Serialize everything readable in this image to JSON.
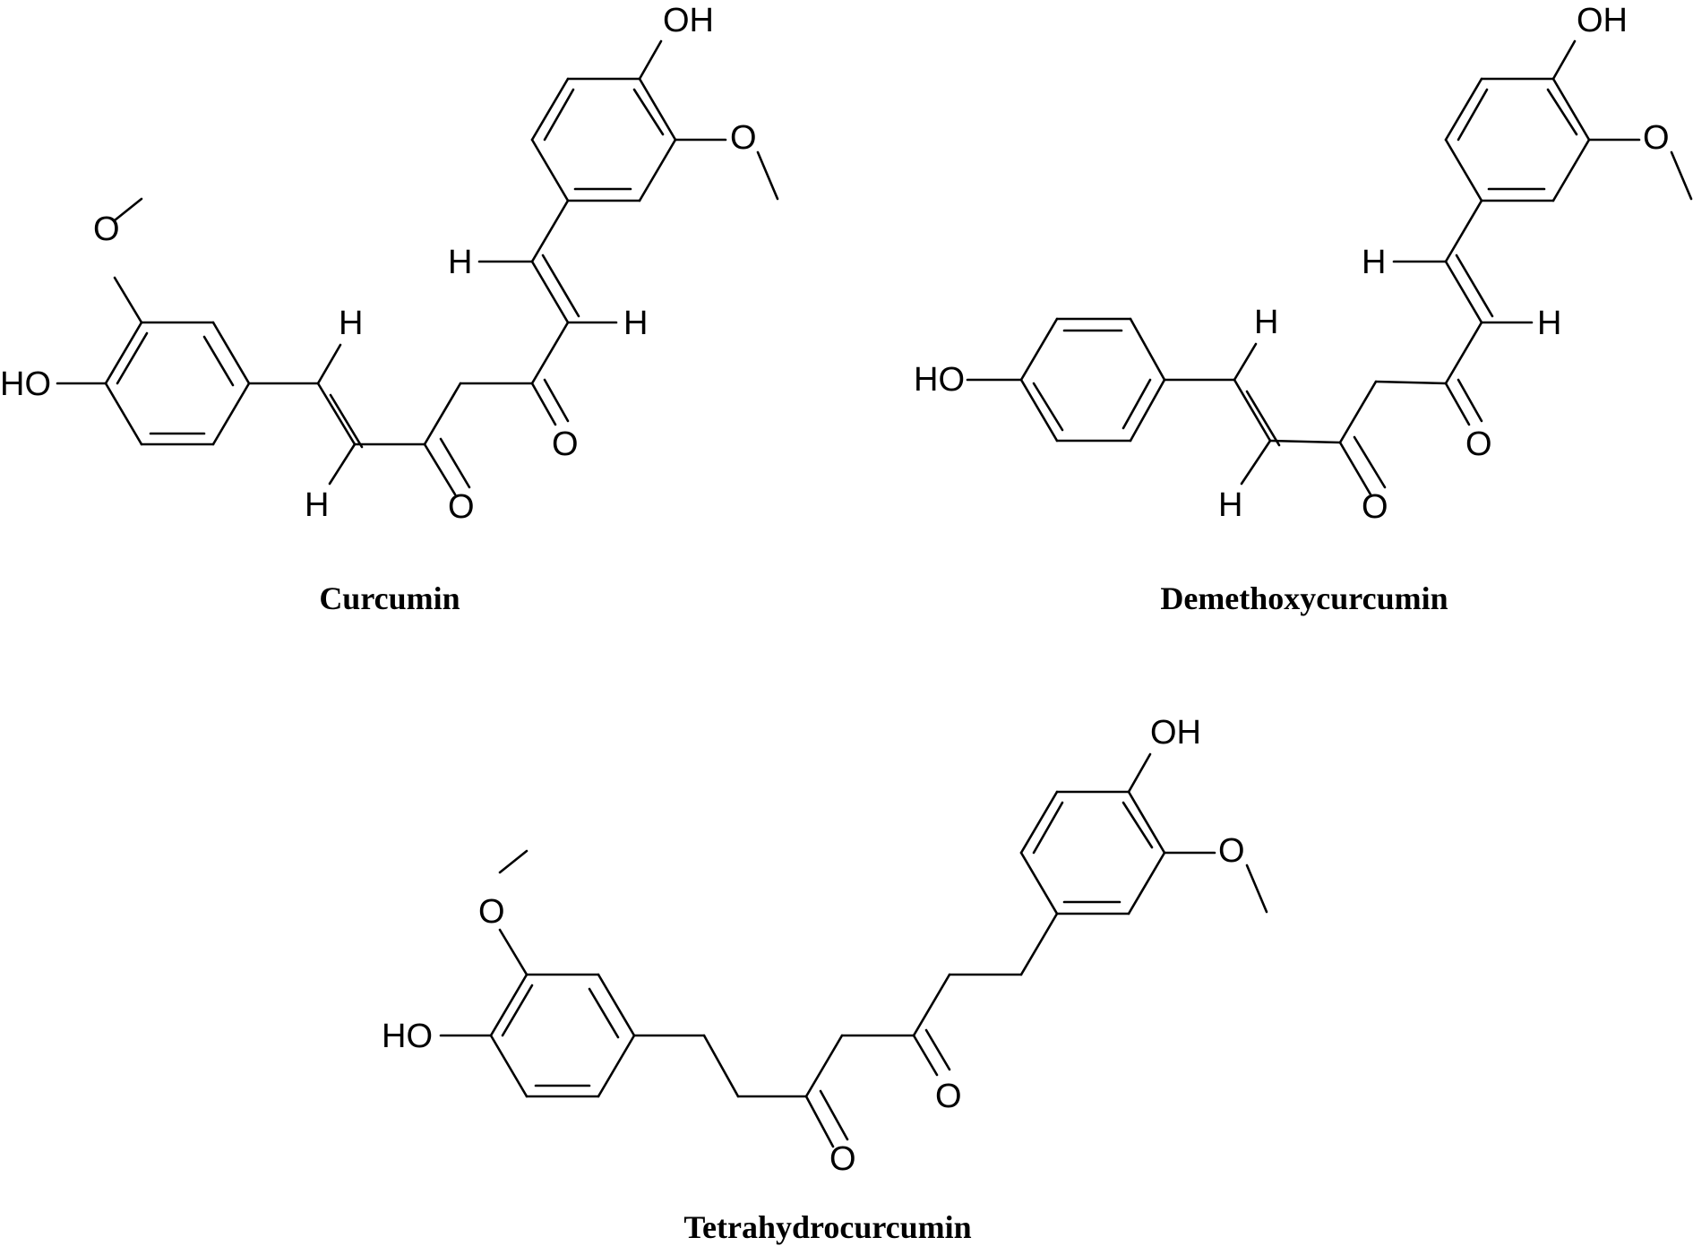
{
  "colors": {
    "background": "#ffffff",
    "ink": "#000000"
  },
  "compounds": [
    {
      "name": "Curcumin",
      "atoms": {
        "oh_top": "OH",
        "o_methoxy_right": "O",
        "o_methoxy_left": "O",
        "ho_left": "HO",
        "h1": "H",
        "h2": "H",
        "h3": "H",
        "h4": "H",
        "o_keto_left": "O",
        "o_keto_right": "O"
      }
    },
    {
      "name": "Demethoxycurcumin",
      "atoms": {
        "oh_top": "OH",
        "o_methoxy_right": "O",
        "ho_left": "HO",
        "h1": "H",
        "h2": "H",
        "h3": "H",
        "h4": "H",
        "o_keto_left": "O",
        "o_keto_right": "O"
      }
    },
    {
      "name": "Tetrahydrocurcumin",
      "atoms": {
        "oh_top": "OH",
        "o_methoxy_right": "O",
        "o_methoxy_left": "O",
        "ho_left": "HO",
        "o_keto_left": "O",
        "o_keto_right": "O"
      }
    }
  ]
}
